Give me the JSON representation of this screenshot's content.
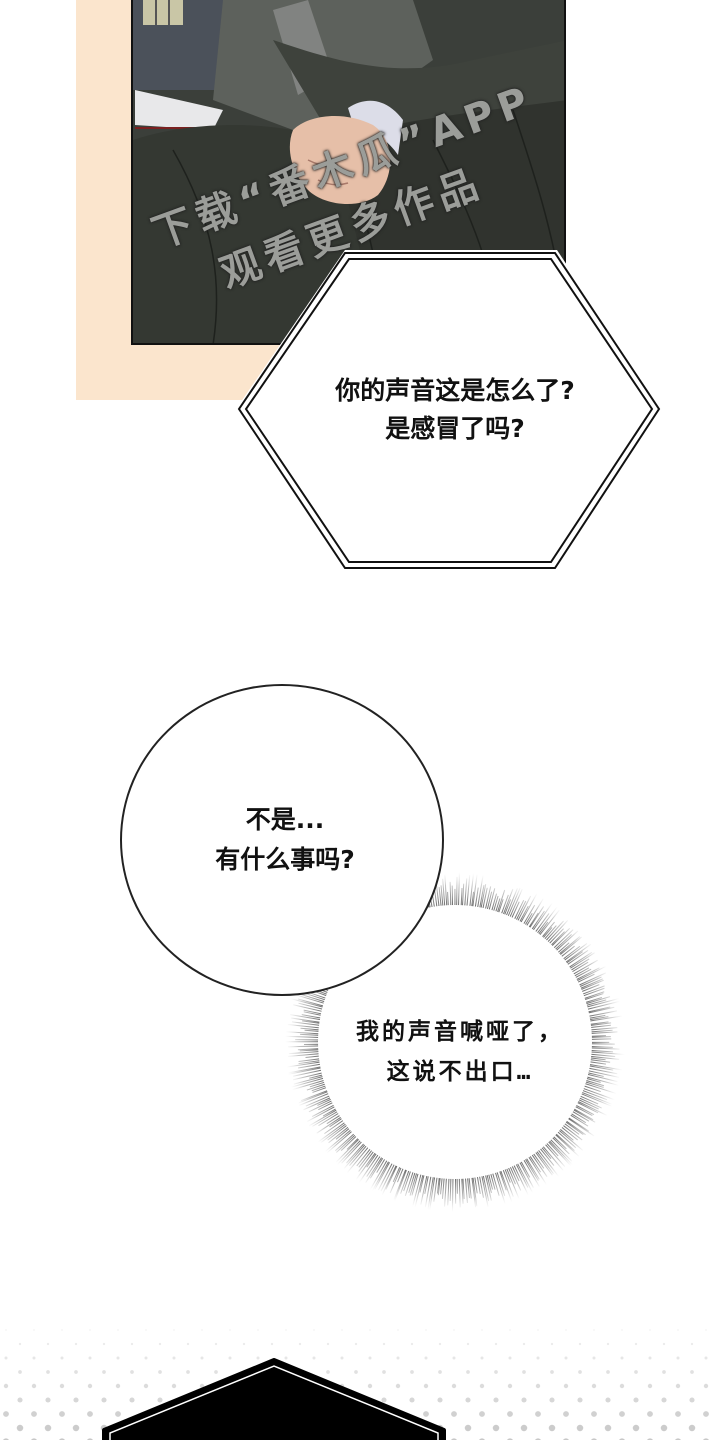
{
  "page": {
    "background": "#ffffff",
    "accent_peach": "#fbe5cd"
  },
  "panel": {
    "description": "comic panel: man in dark suit with clenched fist resting on knee",
    "colors": {
      "suit": "#3a3d38",
      "skin": "#e6bfa8",
      "border": "#111111"
    },
    "watermark": {
      "line1": "下载“番木瓜”APP",
      "line2": "观看更多作品"
    }
  },
  "bubbles": [
    {
      "shape": "hexagon",
      "lines": [
        "你的声音这是怎么了?",
        "是感冒了吗?"
      ]
    },
    {
      "shape": "circle",
      "lines": [
        "不是...",
        "有什么事吗?"
      ]
    },
    {
      "shape": "burst-circle",
      "lines": [
        "我的声音喊哑了，",
        "这说不出口…"
      ]
    },
    {
      "shape": "black-hexagon",
      "lines": []
    }
  ]
}
